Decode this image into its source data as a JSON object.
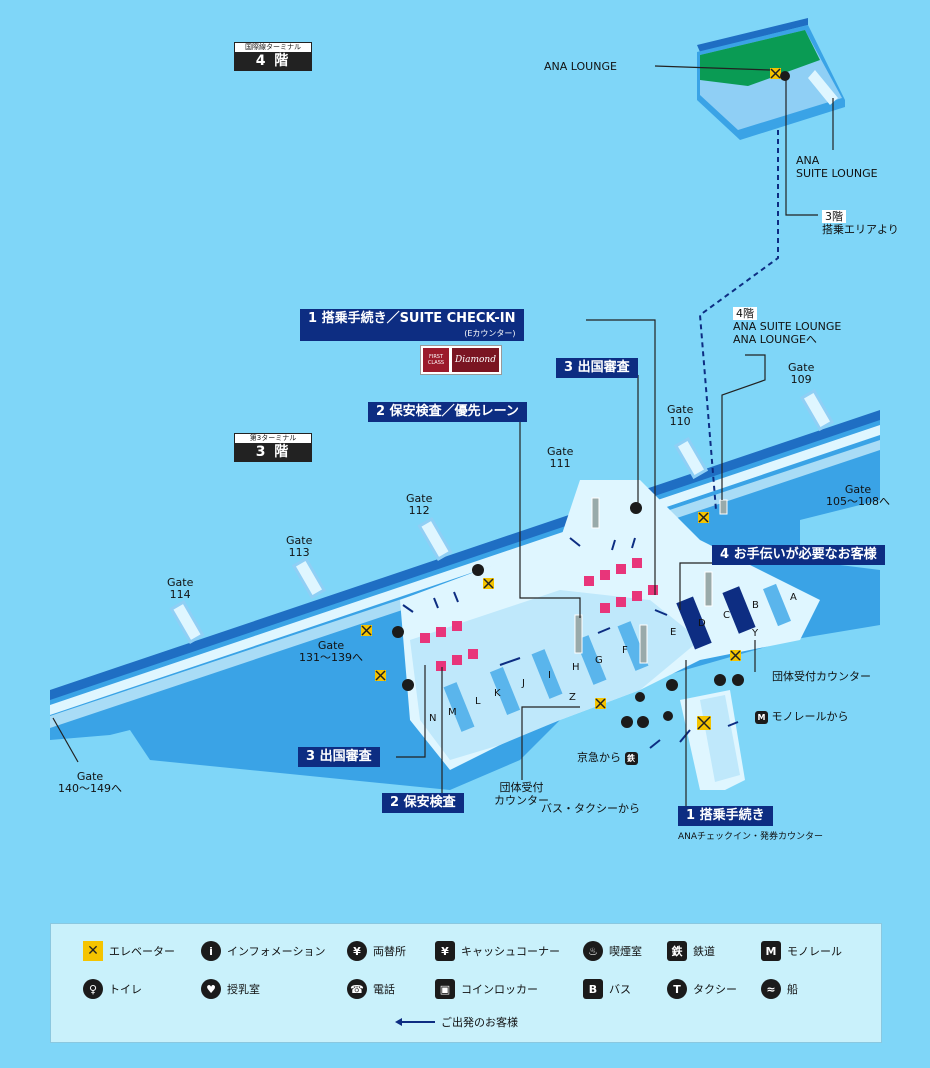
{
  "floors": {
    "upper": {
      "small": "国際線ターミナル",
      "big": "4 階"
    },
    "main": {
      "small": "第3ターミナル",
      "big": "3 階"
    }
  },
  "lounges": {
    "ana_lounge": "ANA LOUNGE",
    "suite_lounge_line1": "ANA",
    "suite_lounge_line2": "SUITE LOUNGE",
    "from_3f_floor": "3階",
    "from_3f_text": "搭乗エリアより",
    "to_4f_floor": "4階",
    "to_4f_line1": "ANA SUITE LOUNGE",
    "to_4f_line2": "ANA LOUNGEへ"
  },
  "callouts": {
    "suite_checkin": "1 搭乗手続き／SUITE CHECK-IN",
    "suite_checkin_sub": "(Eカウンター)",
    "security_priority": "2 保安検査／優先レーン",
    "emigration_top": "3 出国審査",
    "assistance": "4 お手伝いが必要なお客様",
    "emigration_bottom": "3 出国審査",
    "security_bottom": "2 保安検査",
    "checkin_bottom": "1 搭乗手続き",
    "checkin_bottom_sub": "ANAチェックイン・発券カウンター"
  },
  "badges": {
    "first": "FIRST CLASS",
    "diamond": "Diamond"
  },
  "gates": [
    {
      "name": "Gate",
      "num": "109"
    },
    {
      "name": "Gate",
      "num": "110"
    },
    {
      "name": "Gate",
      "num": "111"
    },
    {
      "name": "Gate",
      "num": "112"
    },
    {
      "name": "Gate",
      "num": "113"
    },
    {
      "name": "Gate",
      "num": "114"
    },
    {
      "name": "Gate",
      "num": "105～108へ"
    },
    {
      "name": "Gate",
      "num": "131～139へ"
    },
    {
      "name": "Gate",
      "num": "140～149へ"
    }
  ],
  "zones": [
    "A",
    "B",
    "C",
    "D",
    "E",
    "F",
    "G",
    "H",
    "I",
    "J",
    "K",
    "L",
    "M",
    "N",
    "Y",
    "Z"
  ],
  "labels": {
    "group_counter_right": "団体受付カウンター",
    "monorail_from": "モノレールから",
    "keikyu_from": "京急から",
    "group_counter_bottom_1": "団体受付",
    "group_counter_bottom_2": "カウンター",
    "bus_taxi_from": "バス・タクシーから"
  },
  "legend": [
    {
      "icon": "elevator-icon",
      "glyph": "✕",
      "label": "エレベーター"
    },
    {
      "icon": "information-icon",
      "glyph": "i",
      "label": "インフォメーション"
    },
    {
      "icon": "currency-exchange-icon",
      "glyph": "¥",
      "label": "両替所"
    },
    {
      "icon": "atm-icon",
      "glyph": "¥",
      "label": "キャッシュコーナー"
    },
    {
      "icon": "smoking-room-icon",
      "glyph": "♨",
      "label": "喫煙室"
    },
    {
      "icon": "train-icon",
      "glyph": "鉄",
      "label": "鉄道"
    },
    {
      "icon": "monorail-icon",
      "glyph": "M",
      "label": "モノレール"
    },
    {
      "icon": "toilet-icon",
      "glyph": "♀",
      "label": "トイレ"
    },
    {
      "icon": "nursing-room-icon",
      "glyph": "♥",
      "label": "授乳室"
    },
    {
      "icon": "telephone-icon",
      "glyph": "☎",
      "label": "電話"
    },
    {
      "icon": "coin-locker-icon",
      "glyph": "▣",
      "label": "コインロッカー"
    },
    {
      "icon": "bus-icon",
      "glyph": "B",
      "label": "バス"
    },
    {
      "icon": "taxi-icon",
      "glyph": "T",
      "label": "タクシー"
    },
    {
      "icon": "ship-icon",
      "glyph": "≈",
      "label": "船"
    }
  ],
  "legend_route": "ご出発のお客様",
  "colors": {
    "sea": "#7fd6f8",
    "building": "#3aa3e6",
    "corridor": "#dff6ff",
    "navy": "#0d2d82",
    "lounge": "#0a9b54"
  }
}
